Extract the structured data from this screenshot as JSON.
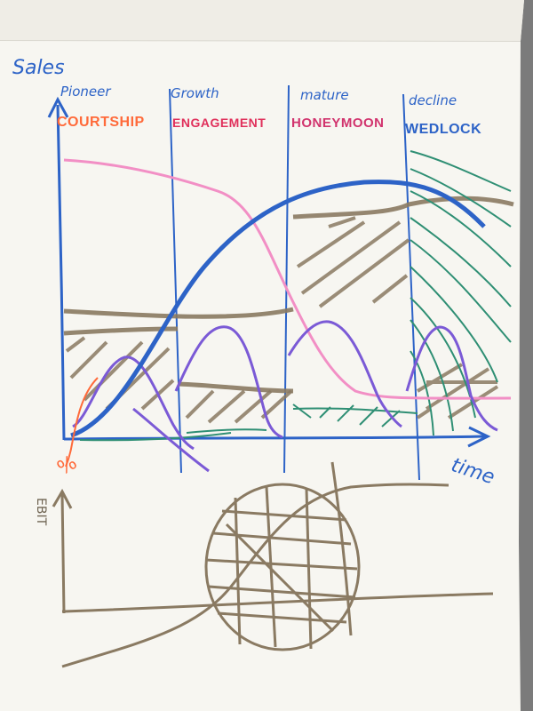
{
  "colors": {
    "paper": "#f7f6f1",
    "background": "#7b7b7b",
    "blue": "#2d63c7",
    "pink": "#f28fc5",
    "brown": "#8a7a62",
    "purple": "#7b5ad6",
    "green": "#2f8f74",
    "orange": "#ff6a3a",
    "red": "#e0305b",
    "magenta": "#d1336d"
  },
  "top": {
    "y_axis_label": "Sales",
    "x_axis_label": "time"
  },
  "phases": [
    {
      "stage": "Pioneer",
      "name": "COURTSHIP",
      "color": "#ff6a3a"
    },
    {
      "stage": "Growth",
      "name": "ENGAGEMENT",
      "color": "#e0305b"
    },
    {
      "stage": "mature",
      "name": "HONEYMOON",
      "color": "#d1336d"
    },
    {
      "stage": "decline",
      "name": "WEDLOCK",
      "color": "#2d63c7"
    }
  ],
  "bottom": {
    "y_axis_label": "EBIT",
    "percent_label": "%"
  }
}
